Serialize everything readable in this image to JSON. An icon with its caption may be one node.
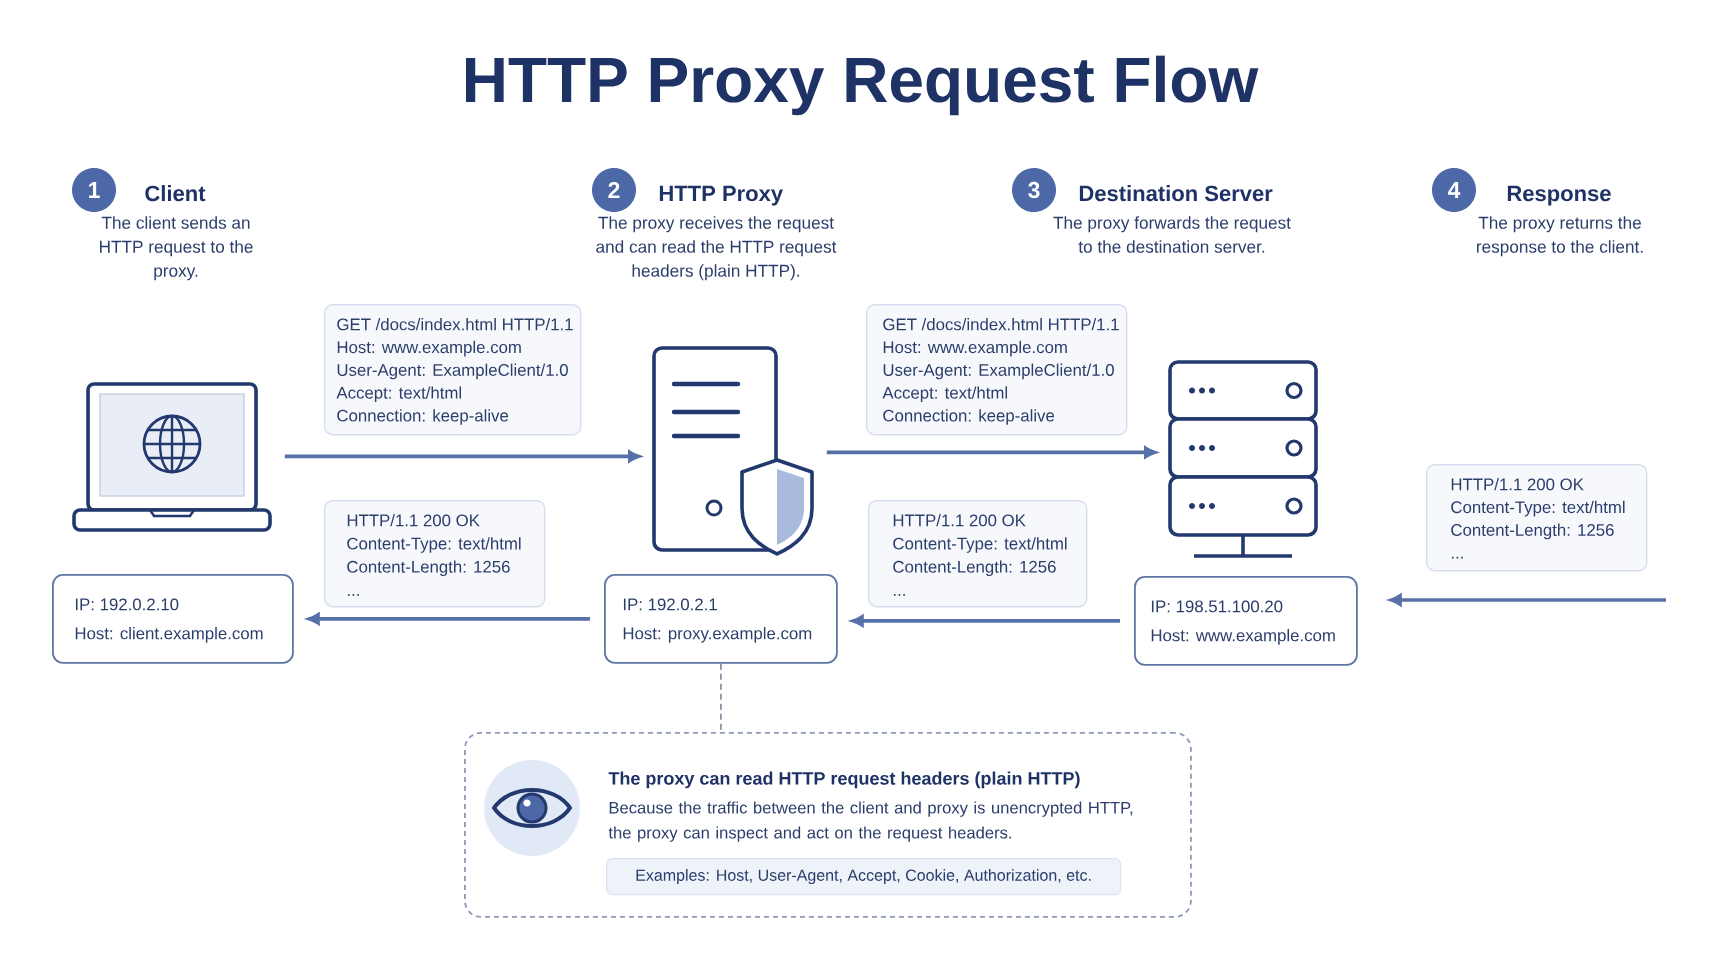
{
  "diagram": {
    "title": "HTTP Proxy Request Flow",
    "nodes": [
      {
        "text": [
          "1"
        ],
        "beside": [
          "Client",
          "The client sends an HTTP request to the proxy."
        ]
      },
      {
        "text": [
          "2"
        ],
        "beside": [
          "HTTP Proxy",
          "The proxy receives the request and can read the HTTP request headers (plain HTTP)."
        ]
      },
      {
        "text": [
          "3"
        ],
        "beside": [
          "Destination Server",
          "The proxy forwards the request to the destination server."
        ]
      },
      {
        "text": [
          "4"
        ],
        "beside": [
          "Response",
          "The proxy returns the response to the client."
        ]
      },
      {
        "text": [
          "GET /docs/index.html HTTP/1.1",
          "Host: www.example.com",
          "User-Agent: ExampleClient/1.0",
          "Accept: text/html",
          "Connection: keep-alive"
        ]
      },
      {
        "text": [],
        "shape": "picture"
      },
      {
        "text": [],
        "shape": "picture"
      },
      {
        "text": [
          "GET /docs/index.html HTTP/1.1",
          "Host: www.example.com",
          "User-Agent: ExampleClient/1.0",
          "Accept: text/html",
          "Connection: keep-alive"
        ]
      },
      {
        "text": [],
        "shape": "picture"
      },
      {
        "text": [
          "HTTP/1.1 200 OK",
          "Content-Type: text/html",
          "Content-Length: 1256",
          "..."
        ]
      },
      {
        "text": [
          "HTTP/1.1 200 OK",
          "Content-Type: text/html",
          "Content-Length: 1256",
          "..."
        ]
      },
      {
        "text": [
          "HTTP/1.1 200 OK",
          "Content-Type: text/html",
          "Content-Length: 1256",
          "..."
        ]
      },
      {
        "text": [
          "IP: 192.0.2.10",
          "Host: client.example.com"
        ]
      },
      {
        "text": [
          "IP: 192.0.2.1",
          "Host: proxy.example.com"
        ]
      },
      {
        "text": [
          "IP: 198.51.100.20",
          "Host: www.example.com"
        ]
      },
      {
        "text": [
          "The proxy can read HTTP request headers (plain HTTP)",
          "Because the traffic between the client and proxy is unencrypted HTTP, the proxy can inspect and act on the request headers."
        ]
      },
      {
        "text": [
          "Examples: Host, User-Agent, Accept, Cookie, Authorization, etc."
        ],
        "in": 15
      }
    ],
    "edges": [
      {
        "from": 5,
        "to": 6,
        "arrow": "to"
      },
      {
        "from": 6,
        "to": 8,
        "arrow": "to"
      },
      {
        "from": 14,
        "to": 13,
        "arrow": "to"
      },
      {
        "from": 13,
        "to": 12,
        "arrow": "to"
      },
      {
        "from": null,
        "to": 14,
        "arrow": "to"
      },
      {
        "from": 13,
        "to": 15,
        "arrow": "none",
        "style": "dashed",
        "color": "#8a94a8"
      }
    ]
  }
}
